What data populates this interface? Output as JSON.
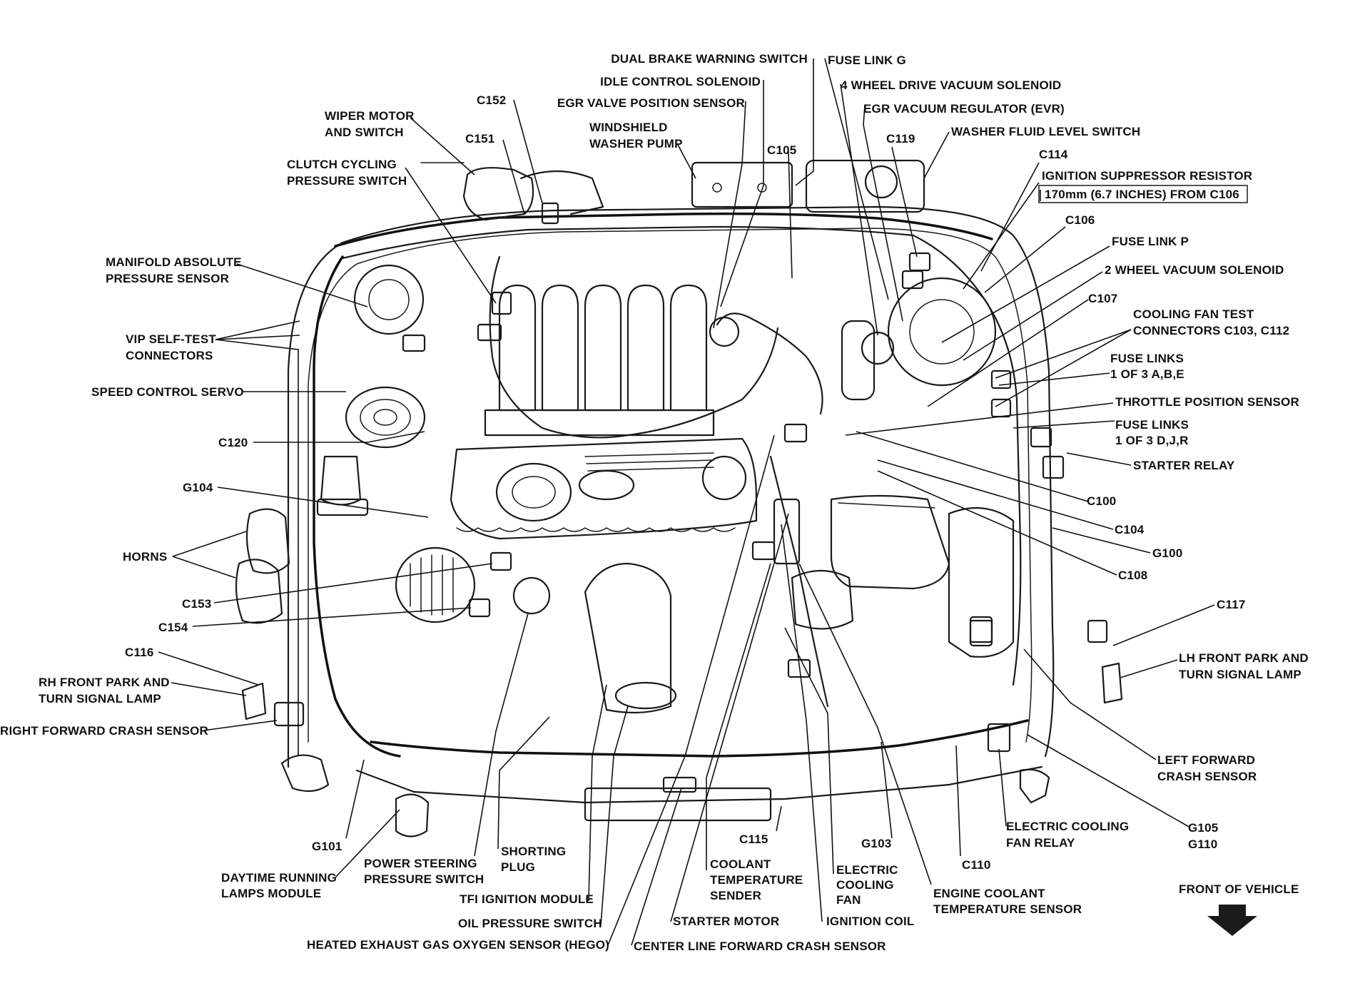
{
  "colors": {
    "ink": "#111111",
    "paper": "#ffffff"
  },
  "icons": {
    "front_arrow": "down-arrow-icon"
  },
  "labels": [
    {
      "id": "dual-brake-warning-switch",
      "lines": [
        "DUAL BRAKE WARNING SWITCH"
      ]
    },
    {
      "id": "fuse-link-g",
      "lines": [
        "FUSE LINK G"
      ]
    },
    {
      "id": "idle-control-solenoid",
      "lines": [
        "IDLE CONTROL SOLENOID"
      ]
    },
    {
      "id": "4-wheel-drive-vacuum-solenoid",
      "lines": [
        "4 WHEEL DRIVE VACUUM SOLENOID"
      ]
    },
    {
      "id": "c152",
      "lines": [
        "C152"
      ]
    },
    {
      "id": "egr-valve-position-sensor",
      "lines": [
        "EGR VALVE POSITION SENSOR"
      ]
    },
    {
      "id": "egr-vacuum-regulator",
      "lines": [
        "EGR VACUUM REGULATOR (EVR)"
      ]
    },
    {
      "id": "wiper-motor-and-switch",
      "lines": [
        "WIPER MOTOR",
        "AND SWITCH"
      ]
    },
    {
      "id": "windshield-washer-pump",
      "lines": [
        "WINDSHIELD",
        "WASHER PUMP"
      ]
    },
    {
      "id": "c151",
      "lines": [
        "C151"
      ]
    },
    {
      "id": "washer-fluid-level-switch",
      "lines": [
        "WASHER FLUID LEVEL SWITCH"
      ]
    },
    {
      "id": "c119",
      "lines": [
        "C119"
      ]
    },
    {
      "id": "c105",
      "lines": [
        "C105"
      ]
    },
    {
      "id": "c114",
      "lines": [
        "C114"
      ]
    },
    {
      "id": "clutch-cycling-pressure-switch",
      "lines": [
        "CLUTCH CYCLING",
        "PRESSURE SWITCH"
      ]
    },
    {
      "id": "ignition-suppressor-resistor",
      "lines": [
        "IGNITION SUPPRESSOR RESISTOR"
      ]
    },
    {
      "id": "ignition-suppressor-note",
      "lines": [
        "170mm (6.7 INCHES) FROM C106"
      ]
    },
    {
      "id": "c106",
      "lines": [
        "C106"
      ]
    },
    {
      "id": "fuse-link-p",
      "lines": [
        "FUSE LINK P"
      ]
    },
    {
      "id": "manifold-absolute-pressure-sensor",
      "lines": [
        "MANIFOLD ABSOLUTE",
        "PRESSURE SENSOR"
      ]
    },
    {
      "id": "2-wheel-vacuum-solenoid",
      "lines": [
        "2 WHEEL VACUUM SOLENOID"
      ]
    },
    {
      "id": "c107",
      "lines": [
        "C107"
      ]
    },
    {
      "id": "cooling-fan-test-connectors",
      "lines": [
        "COOLING FAN TEST",
        "CONNECTORS C103, C112"
      ]
    },
    {
      "id": "vip-self-test-connectors",
      "lines": [
        "VIP SELF-TEST",
        "CONNECTORS"
      ]
    },
    {
      "id": "fuse-links-abe",
      "lines": [
        "FUSE LINKS",
        "1 OF 3 A,B,E"
      ]
    },
    {
      "id": "speed-control-servo",
      "lines": [
        "SPEED CONTROL SERVO"
      ]
    },
    {
      "id": "throttle-position-sensor",
      "lines": [
        "THROTTLE POSITION SENSOR"
      ]
    },
    {
      "id": "fuse-links-djr",
      "lines": [
        "FUSE LINKS",
        "1 OF 3 D,J,R"
      ]
    },
    {
      "id": "c120",
      "lines": [
        "C120"
      ]
    },
    {
      "id": "starter-relay",
      "lines": [
        "STARTER RELAY"
      ]
    },
    {
      "id": "g104",
      "lines": [
        "G104"
      ]
    },
    {
      "id": "c100",
      "lines": [
        "C100"
      ]
    },
    {
      "id": "c104",
      "lines": [
        "C104"
      ]
    },
    {
      "id": "horns",
      "lines": [
        "HORNS"
      ]
    },
    {
      "id": "g100",
      "lines": [
        "G100"
      ]
    },
    {
      "id": "c108",
      "lines": [
        "C108"
      ]
    },
    {
      "id": "c153",
      "lines": [
        "C153"
      ]
    },
    {
      "id": "c117",
      "lines": [
        "C117"
      ]
    },
    {
      "id": "c154",
      "lines": [
        "C154"
      ]
    },
    {
      "id": "c116",
      "lines": [
        "C116"
      ]
    },
    {
      "id": "lh-front-park-and-turn-signal-lamp",
      "lines": [
        "LH FRONT PARK AND",
        "TURN SIGNAL LAMP"
      ]
    },
    {
      "id": "rh-front-park-and-turn-signal-lamp",
      "lines": [
        "RH FRONT PARK AND",
        "TURN SIGNAL LAMP"
      ]
    },
    {
      "id": "right-forward-crash-sensor",
      "lines": [
        "RIGHT FORWARD CRASH SENSOR"
      ]
    },
    {
      "id": "left-forward-crash-sensor",
      "lines": [
        "LEFT FORWARD",
        "CRASH SENSOR"
      ]
    },
    {
      "id": "electric-cooling-fan-relay",
      "lines": [
        "ELECTRIC COOLING",
        "FAN RELAY"
      ]
    },
    {
      "id": "g105-g110",
      "lines": [
        "G105",
        "G110"
      ]
    },
    {
      "id": "g101",
      "lines": [
        "G101"
      ]
    },
    {
      "id": "shorting-plug",
      "lines": [
        "SHORTING",
        "PLUG"
      ]
    },
    {
      "id": "c115",
      "lines": [
        "C115"
      ]
    },
    {
      "id": "g103",
      "lines": [
        "G103"
      ]
    },
    {
      "id": "c110",
      "lines": [
        "C110"
      ]
    },
    {
      "id": "power-steering-pressure-switch",
      "lines": [
        "POWER STEERING",
        "PRESSURE SWITCH"
      ]
    },
    {
      "id": "coolant-temperature-sender",
      "lines": [
        "COOLANT",
        "TEMPERATURE",
        "SENDER"
      ]
    },
    {
      "id": "electric-cooling-fan",
      "lines": [
        "ELECTRIC",
        "COOLING",
        "FAN"
      ]
    },
    {
      "id": "daytime-running-lamps-module",
      "lines": [
        "DAYTIME RUNNING",
        "LAMPS MODULE"
      ]
    },
    {
      "id": "front-of-vehicle",
      "lines": [
        "FRONT OF VEHICLE"
      ]
    },
    {
      "id": "engine-coolant-temperature-sensor",
      "lines": [
        "ENGINE COOLANT",
        "TEMPERATURE SENSOR"
      ]
    },
    {
      "id": "tfi-ignition-module",
      "lines": [
        "TFI IGNITION MODULE"
      ]
    },
    {
      "id": "oil-pressure-switch",
      "lines": [
        "OIL PRESSURE SWITCH"
      ]
    },
    {
      "id": "starter-motor",
      "lines": [
        "STARTER MOTOR"
      ]
    },
    {
      "id": "ignition-coil",
      "lines": [
        "IGNITION COIL"
      ]
    },
    {
      "id": "hego",
      "lines": [
        "HEATED EXHAUST GAS OXYGEN SENSOR (HEGO)"
      ]
    },
    {
      "id": "center-line-forward-crash-sensor",
      "lines": [
        "CENTER LINE FORWARD CRASH SENSOR"
      ]
    }
  ]
}
